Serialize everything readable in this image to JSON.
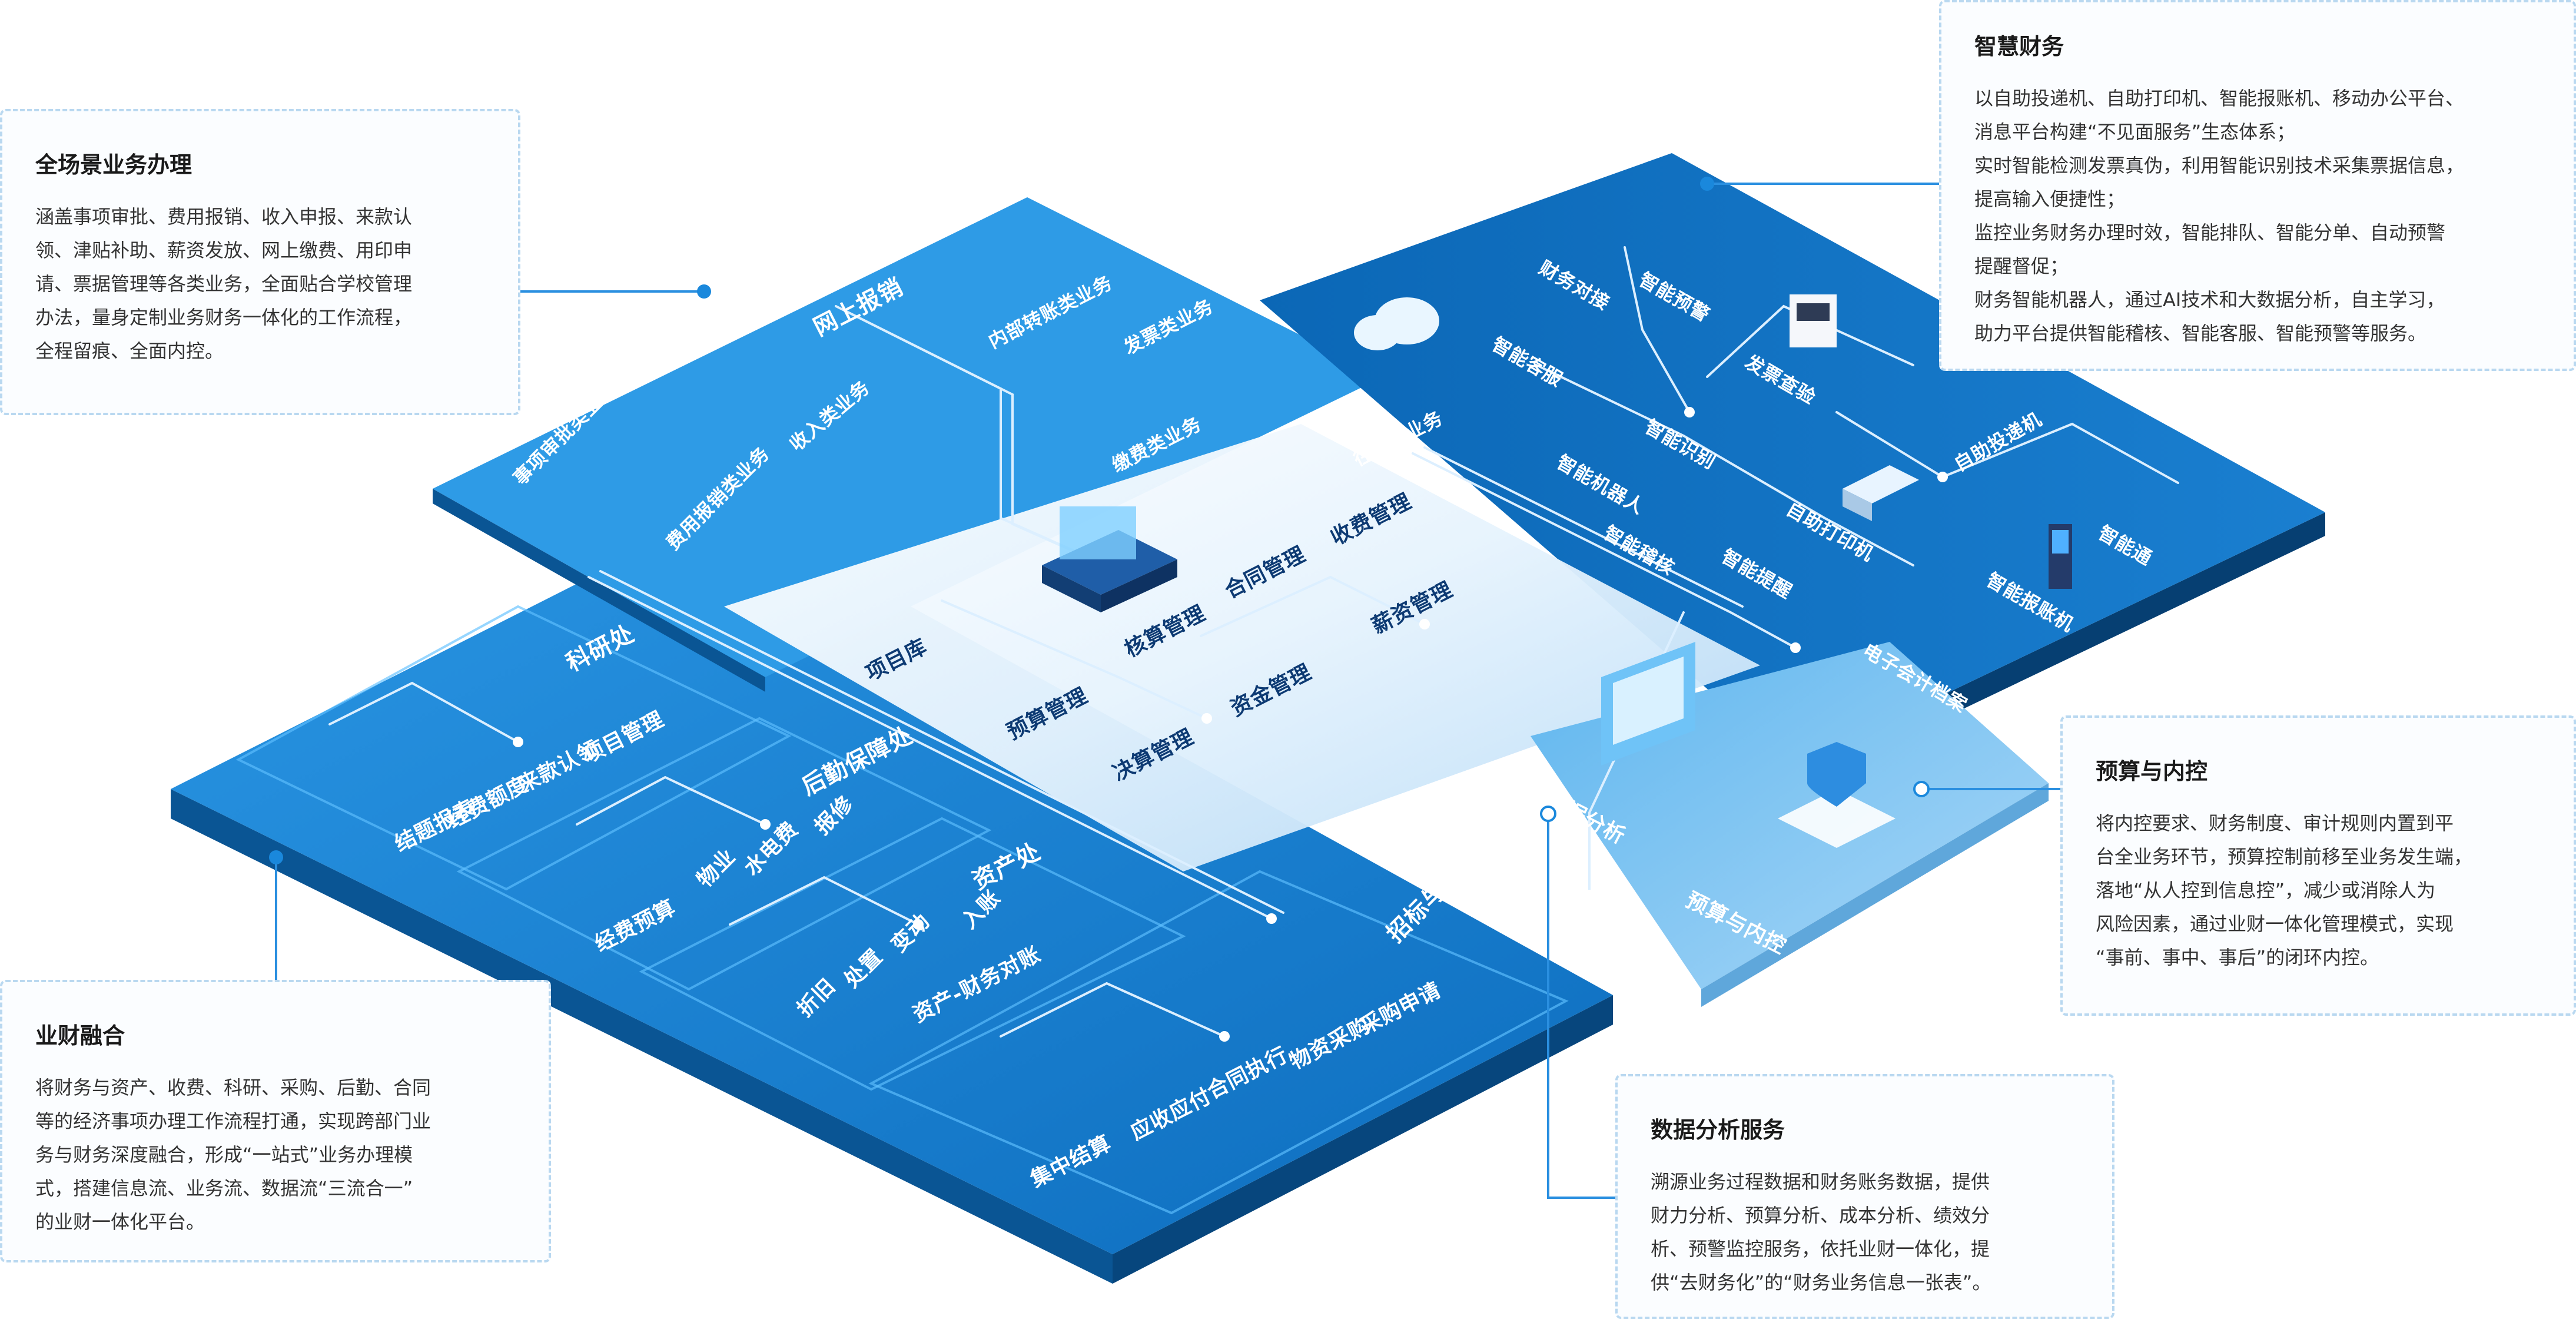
{
  "colors": {
    "platform_dark": "#0a63b0",
    "platform_mid": "#1788d8",
    "platform_light": "#dff0fc",
    "accent": "#23a2f0",
    "card_border": "#b9d8f0"
  },
  "cards": {
    "quanchangjing": {
      "title": "全场景业务办理",
      "lines": [
        "涵盖事项审批、费用报销、收入申报、来款认",
        "领、津贴补助、薪资发放、网上缴费、用印申",
        "请、票据管理等各类业务，全面贴合学校管理",
        "办法，量身定制业务财务一体化的工作流程，",
        "全程留痕、全面内控。"
      ]
    },
    "zhihui": {
      "title": "智慧财务",
      "lines": [
        "以自助投递机、自助打印机、智能报账机、移动办公平台、",
        "消息平台构建“不见面服务”生态体系；",
        "实时智能检测发票真伪，利用智能识别技术采集票据信息，",
        "提高输入便捷性；",
        "监控业务财务办理时效，智能排队、智能分单、自动预警",
        "提醒督促；",
        "财务智能机器人，通过AI技术和大数据分析，自主学习，",
        "助力平台提供智能稽核、智能客服、智能预警等服务。"
      ]
    },
    "yusuan": {
      "title": "预算与内控",
      "lines": [
        "将内控要求、财务制度、审计规则内置到平",
        "台全业务环节，预算控制前移至业务发生端，",
        "落地“从人控到信息控”，减少或消除人为",
        "风险因素，通过业财一体化管理模式，实现",
        "“事前、事中、事后”的闭环内控。"
      ]
    },
    "yecai": {
      "title": "业财融合",
      "lines": [
        "将财务与资产、收费、科研、采购、后勤、合同",
        "等的经济事项办理工作流程打通，实现跨部门业",
        "务与财务深度融合，形成“一站式”业务办理模",
        "式，搭建信息流、业务流、数据流“三流合一”",
        "的业财一体化平台。"
      ]
    },
    "shuju": {
      "title": "数据分析服务",
      "lines": [
        "溯源业务过程数据和财务账务数据，提供",
        "财力分析、预算分析、成本分析、绩效分",
        "析、预警监控服务，依托业财一体化，提",
        "供“去财务化”的“财务业务信息一张表”。"
      ]
    }
  },
  "platform_labels": {
    "wangshang_baoxiao": "网上报销",
    "shixiang_shenpi": "事项审批类业务",
    "feiyong_baoxiao": "费用报销类业务",
    "shouru_shenbao": "收入类业务",
    "neibu_zhuanzhang": "内部转账类业务",
    "fapiao": "发票类业务",
    "jiaofei": "缴费类业务",
    "wanglai": "往来类业务",
    "xiangmuku": "项目库",
    "hesuan": "核算管理",
    "hetong": "合同管理",
    "shoufei": "收费管理",
    "yusuan_guanli": "预算管理",
    "juesuan": "决算管理",
    "zijin": "资金管理",
    "xinzi": "薪资管理",
    "keyanchu": "科研处",
    "xiangmu_guanli": "项目管理",
    "laikuan_renling": "来款认领",
    "jingfei_edu": "经费额度",
    "jieti_baobiao": "结题报表",
    "houqin": "后勤保障处",
    "baoxiu": "报修",
    "wuye": "物业",
    "shuidianfei": "水电费",
    "jingfei_yusuan": "经费预算",
    "zichanchu": "资产处",
    "ruzhang": "入账",
    "biandong": "变动",
    "chuzhi": "处置",
    "zhejiu": "折旧",
    "zichan_duizhang": "资产-财务对账",
    "zhaobiao": "招标与采购中心",
    "caigou_shenqing": "采购申请",
    "wuzi_caigou": "物资采购",
    "hetong_zhixing": "合同执行",
    "yingshou": "应收应付",
    "jizhong_jiesuan": "集中结算",
    "shuju_fenxi": "数据分析",
    "yusuan_neikong": "预算与内控",
    "caiwu_duijiang": "财务对接",
    "zhineng_yujing": "智能预警",
    "zhineng_kefu": "智能客服",
    "fapiao_yanzheng": "发票查验",
    "zhineng_shibie": "智能识别",
    "zhineng_jiqiren": "智能机器人",
    "zhineng_jihe": "智能稽核",
    "zhineng_paidui": "智能提醒",
    "zizhu_dayin": "自助打印机",
    "zizhu_toudi": "自助投递机",
    "zhineng_baozhang": "智能报账机",
    "zhineng_hui": "智能通",
    "dianzi_dangan": "电子会计档案"
  }
}
